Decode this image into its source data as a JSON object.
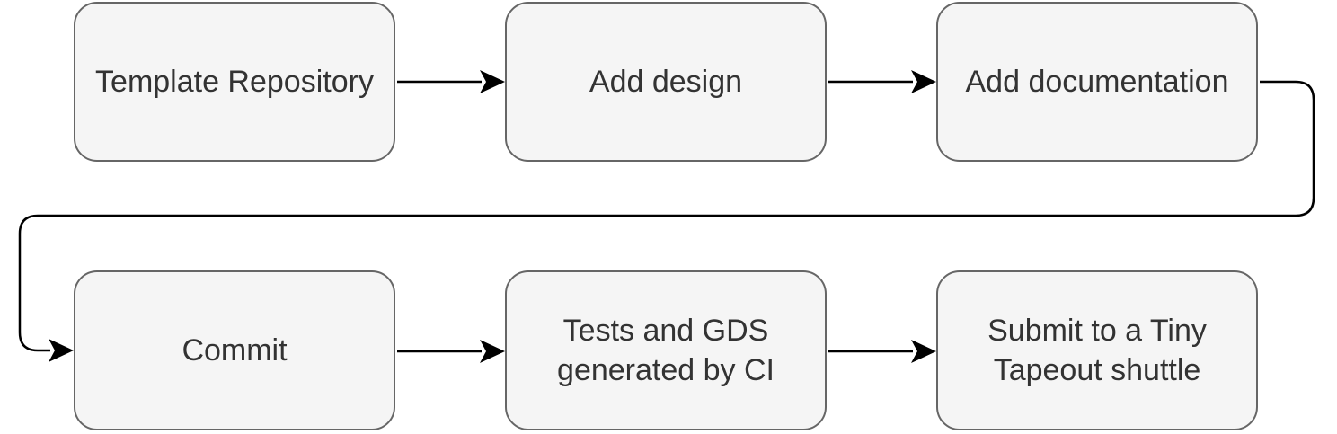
{
  "diagram": {
    "steps": [
      "Template Repository",
      "Add design",
      "Add documentation",
      "Commit",
      "Tests and GDS\ngenerated by CI",
      "Submit to a Tiny\nTapeout shuttle"
    ],
    "colors": {
      "node_fill": "#f5f5f5",
      "node_border": "#666666",
      "text": "#333333",
      "connector": "#000000"
    }
  }
}
